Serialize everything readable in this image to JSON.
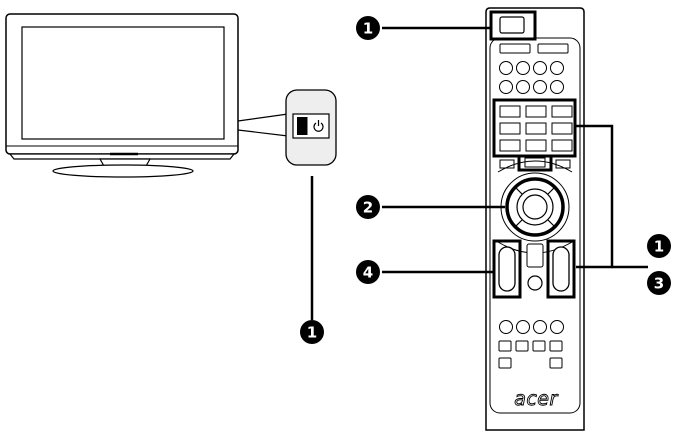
{
  "callouts": [
    {
      "id": "c1-top",
      "label": "1"
    },
    {
      "id": "c2",
      "label": "2"
    },
    {
      "id": "c1-right",
      "label": "1"
    },
    {
      "id": "c3",
      "label": "3"
    },
    {
      "id": "c4",
      "label": "4"
    },
    {
      "id": "c1-bottom",
      "label": "1"
    }
  ],
  "remote": {
    "brand": "acer"
  },
  "colors": {
    "ink": "#000000",
    "paper": "#ffffff",
    "panel": "#eeeeee"
  }
}
